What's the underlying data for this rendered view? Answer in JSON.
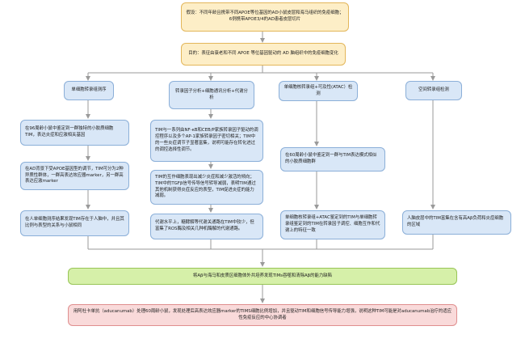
{
  "nodes": {
    "background": "假设：不同年龄且携带不同APOE等位基因的AD小鼠皮层和海马组织的免疫细胞；6例携带APOE3/4的AD患者皮层切片",
    "objective": "目的：表征由衰老和不同 APOE 等位基因驱动的 AD 脑组织中的免疫细胞变化",
    "branch1": "单细胞转录组测序",
    "branch2": "转录因子分析+细胞通讯分析+代谢分析",
    "branch3": "单细胞核转录组+可及性(ATAC）检测",
    "branch4": "空间转录组检测",
    "b1_step1": "在96周龄小鼠中鉴定到一群独特的小胶质细胞TIM，表达炎症和应激相关基因",
    "b1_step2": "在AD背景下受APOE基因型的调节，TIM可分为2种异质性群体，一群高表达效应器marker，另一群高表达应激marker",
    "b1_step3": "在人单细胞测序结果发现TIM存在于人脑中，并且其比例与表型的关系与小鼠相同",
    "b2_step1": "TIM与一系列由NF-κB和CEB/P家族转录因子驱动的调控程序以及多个AP-1家族转录因子密切相关；TIM中的一些炎症调节子显著富集，说明可能存在转化进过的调控选择性调节。",
    "b2_step2": "TIM的互作细胞表现出减少炎症和减少激活的倾向；TIM中的TGFβ信号传导信号转导减弱，表明TIM通过其他机制获得炎症反应的表型，TIM促进炎症的能力减弱。",
    "b2_step3": "代谢水平上，糖酵解等代谢关通路在TIM中较少，但富集了ROS酶及相关几种机酶解的代谢通路。",
    "b3_step1": "在60周龄小鼠中鉴定到一群与TIM表达模式相似的小胶质细胞群",
    "b3_step2": "单细胞核转录组+ATAC鉴定到的TIM与单细胞转录组鉴定到的TIM在转录因子调控、细胞互作和代谢上的特征一致",
    "b4_step1": "人脑皮层中的TIM富集在含有高Aβ负荷和炎症细胞的区域",
    "conclusion1": "将Aβ与海马和皮质区细胞体外共培养发现TIMs吞噬和清除Aβ的能力缺陷",
    "conclusion2": "用阿杜卡单抗（aducanumab）处理60周龄小鼠，发现处理后高表达效应器marker的TIMS细胞比例增加，并且驱动TIM和细胞信号传导能力增强，说明这种TIM可能是对aducanumab治疗的适应性免疫反应的中心协调者"
  },
  "colors": {
    "hypothesis_fill": "#fdeec7",
    "method_fill": "#d9e7f7",
    "result_fill": "#d6f0a9",
    "conclusion_fill": "#f9dada",
    "line": "#9a9a9a"
  }
}
